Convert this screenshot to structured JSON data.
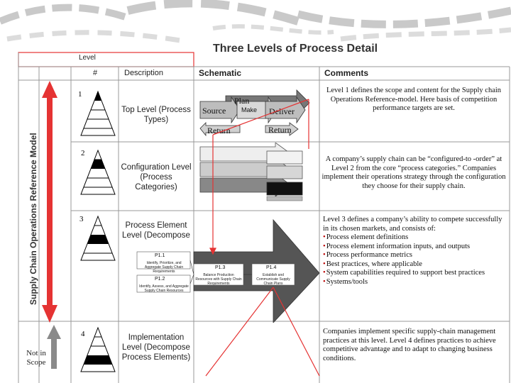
{
  "header": {
    "title": "Three Levels of Process Detail",
    "level_label": "Level",
    "num_label": "#",
    "description_label": "Description",
    "schematic_label": "Schematic",
    "comments_label": "Comments"
  },
  "side_label": "Supply Chain Operations Reference Model",
  "not_in_scope": "Not in Scope",
  "levels": [
    {
      "num": "1",
      "description": "Top Level (Process Types)",
      "comment": "Level 1 defines the scope and content for the Supply chain Operations Reference-model. Here basis of competition performance targets are set."
    },
    {
      "num": "2",
      "description": "Configuration Level (Process Categories)",
      "comment": "A company’s supply chain can be “configured-to -order” at Level 2 from the core “process categories.” Companies implement their operations strategy through the configuration they choose for their supply chain."
    },
    {
      "num": "3",
      "description": "Process Element Level (Decompose",
      "comment_intro": "Level 3 defines a company’s ability to compete successfully in its chosen markets, and consists of:",
      "comment_bullets": [
        "Process element definitions",
        "Process element information inputs, and outputs",
        "Process performance metrics",
        "Best practices, where applicable",
        "System capabilities required to support best practices",
        "Systems/tools"
      ]
    },
    {
      "num": "4",
      "description": "Implementation Level (Decompose Process Elements)",
      "comment": "Companies implement specific supply-chain management practices at this level. Level 4 defines practices to achieve competitive advantage and to adapt to changing business conditions."
    }
  ],
  "schematic_l1": {
    "plan": "Plan",
    "source": "Source",
    "make": "Make",
    "deliver": "Deliver",
    "return_left": "Return",
    "return_right": "Return"
  },
  "schematic_l3": {
    "p11": "P1.1",
    "p11_text": "Identify, Prioritize, and Aggregate Supply Chain Requirements",
    "p12": "P1.2",
    "p12_text": "Identify, Assess, and Aggregate Supply Chain Resources",
    "p13": "P1.3",
    "p13_text": "Balance Production Resources with Supply Chain Requirements",
    "p14": "P1.4",
    "p14_text": "Establish and Communicate Supply Chain Plans"
  },
  "colors": {
    "accent_red": "#e53333",
    "dark_arrow": "#555555",
    "gray_arrow": "#999999"
  }
}
